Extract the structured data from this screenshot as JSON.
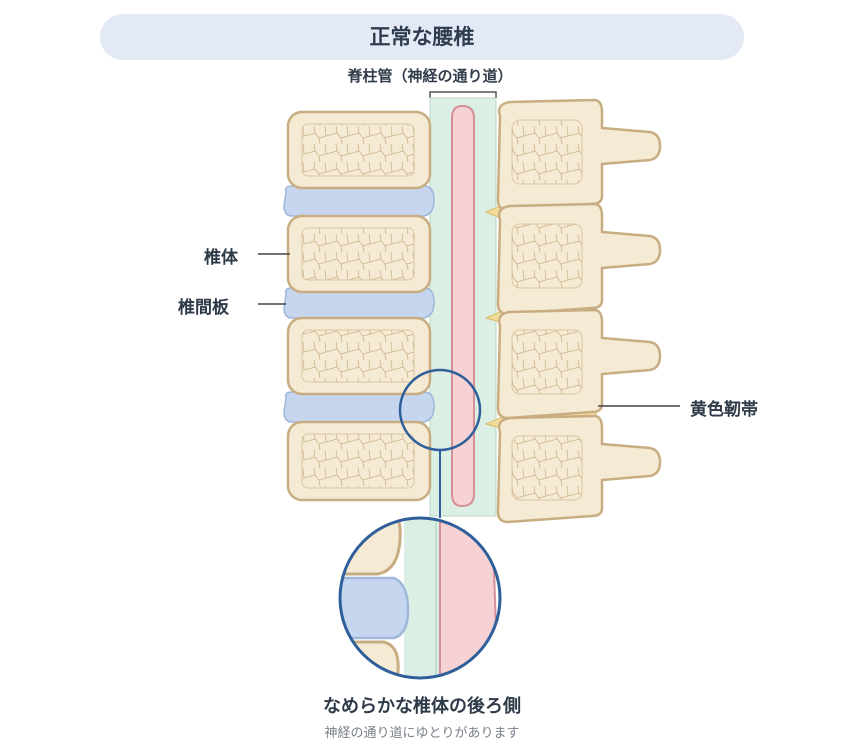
{
  "title": "正常な腰椎",
  "labels": {
    "spinal_canal": "脊柱管（神経の通り道）",
    "vertebral_body": "椎体",
    "intervertebral_disc": "椎間板",
    "ligamentum_flavum": "黄色靭帯"
  },
  "caption": {
    "main": "なめらかな椎体の後ろ側",
    "sub": "神経の通り道にゆとりがあります"
  },
  "colors": {
    "title_pill": "#e3eaf6",
    "bone_fill": "#f5ead3",
    "bone_stroke": "#c9ad82",
    "disc_fill": "#c6d6ee",
    "disc_stroke": "#9fb7d9",
    "canal_fill": "#dcefe4",
    "nerve_fill": "#f6d2d4",
    "nerve_stroke": "#d58f96",
    "ligament_fill": "#f2dc9a",
    "magnifier_ring": "#2f5f9a"
  }
}
